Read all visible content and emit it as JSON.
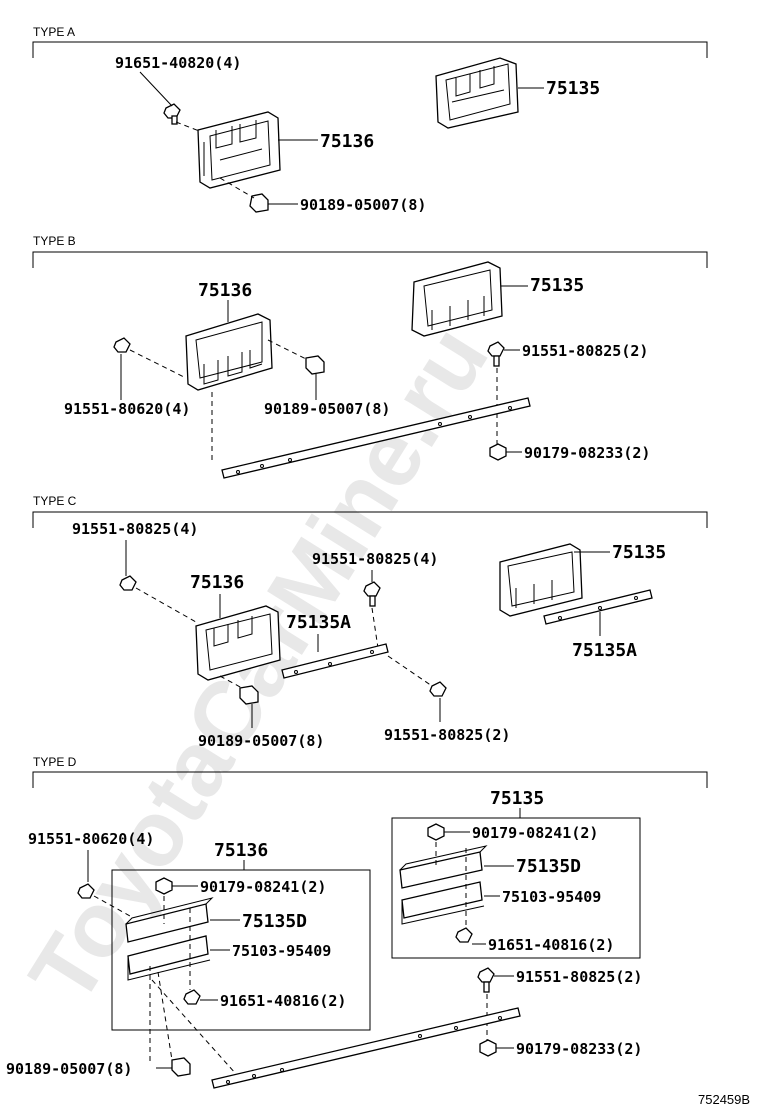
{
  "watermark": "ToyotaCarMine.ru",
  "figure_code": "752459B",
  "sections": [
    {
      "title": "TYPE A"
    },
    {
      "title": "TYPE B"
    },
    {
      "title": "TYPE C"
    },
    {
      "title": "TYPE D"
    }
  ],
  "typeA": {
    "bolt": "91651-40820(4)",
    "p75136": "75136",
    "p75135": "75135",
    "clip": "90189-05007(8)"
  },
  "typeB": {
    "p75136": "75136",
    "p75135": "75135",
    "bolt_left": "91551-80620(4)",
    "clip": "90189-05007(8)",
    "bolt_right": "91551-80825(2)",
    "nut": "90179-08233(2)"
  },
  "typeC": {
    "bolt_left": "91551-80825(4)",
    "p75136": "75136",
    "bolt_mid": "91551-80825(4)",
    "p75135A_mid": "75135A",
    "clip": "90189-05007(8)",
    "bolt_low": "91551-80825(2)",
    "p75135": "75135",
    "p75135A_right": "75135A"
  },
  "typeD": {
    "p75135_top": "75135",
    "p75136": "75136",
    "bolt_left": "91551-80620(4)",
    "nut_left": "90179-08241(2)",
    "p75135D_left": "75135D",
    "p75103_left": "75103-95409",
    "bolt_small_left": "91651-40816(2)",
    "clip": "90189-05007(8)",
    "nut_right": "90179-08241(2)",
    "p75135D_right": "75135D",
    "p75103_right": "75103-95409",
    "bolt_small_right": "91651-40816(2)",
    "bolt_bar": "91551-80825(2)",
    "nut_bar": "90179-08233(2)"
  }
}
